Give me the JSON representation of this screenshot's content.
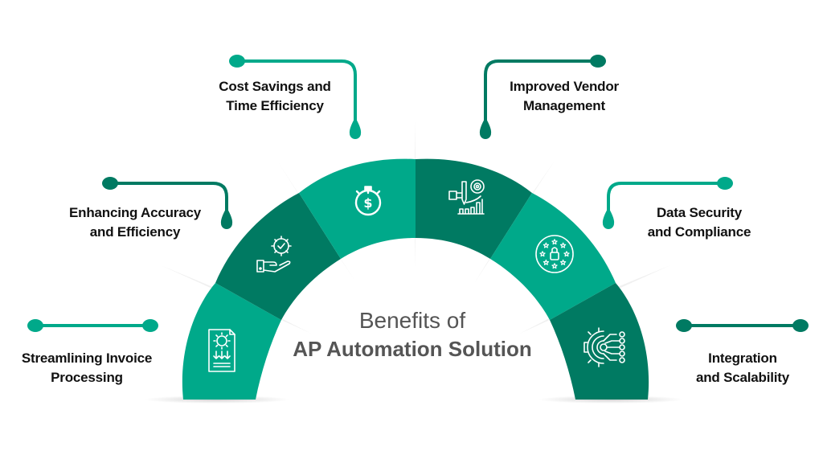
{
  "title": {
    "line1": "Benefits of",
    "line2": "AP Automation Solution"
  },
  "colors": {
    "light_green": "#00A98A",
    "dark_green": "#007A62",
    "text": "#111111",
    "title_text": "#555555"
  },
  "segments": [
    {
      "icon": "invoice-processing-icon",
      "color": "light",
      "label_lines": [
        "Streamlining Invoice",
        "Processing"
      ]
    },
    {
      "icon": "hand-gear-check-icon",
      "color": "dark",
      "label_lines": [
        "Enhancing Accuracy",
        "and Efficiency"
      ]
    },
    {
      "icon": "stopwatch-dollar-icon",
      "color": "light",
      "label_lines": [
        "Cost Savings and",
        "Time Efficiency"
      ]
    },
    {
      "icon": "hand-pen-chart-icon",
      "color": "dark",
      "label_lines": [
        "Improved Vendor",
        "Management"
      ]
    },
    {
      "icon": "lock-stars-icon",
      "color": "light",
      "label_lines": [
        "Data Security",
        "and Compliance"
      ]
    },
    {
      "icon": "gear-circuit-icon",
      "color": "dark",
      "label_lines": [
        "Integration",
        "and Scalability"
      ]
    }
  ]
}
